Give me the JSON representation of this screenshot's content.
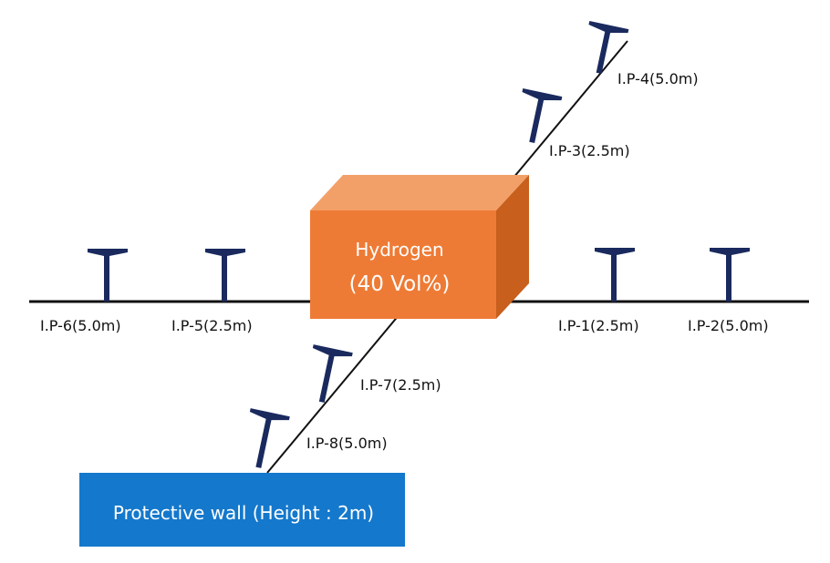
{
  "colors": {
    "sensor": "#1a2a5e",
    "line": "#111111",
    "box_front": "#ee7b35",
    "box_top": "#f3a068",
    "box_side": "#c85f1c",
    "wall": "#1478cc"
  },
  "source": {
    "name": "Hydrogen",
    "concentration": "(40 Vol%)"
  },
  "wall": {
    "label": "Protective wall (Height : 2m)"
  },
  "points": [
    {
      "id": "ip1",
      "label": "I.P-1(2.5m)"
    },
    {
      "id": "ip2",
      "label": "I.P-2(5.0m)"
    },
    {
      "id": "ip3",
      "label": "I.P-3(2.5m)"
    },
    {
      "id": "ip4",
      "label": "I.P-4(5.0m)"
    },
    {
      "id": "ip5",
      "label": "I.P-5(2.5m)"
    },
    {
      "id": "ip6",
      "label": "I.P-6(5.0m)"
    },
    {
      "id": "ip7",
      "label": "I.P-7(2.5m)"
    },
    {
      "id": "ip8",
      "label": "I.P-8(5.0m)"
    }
  ]
}
